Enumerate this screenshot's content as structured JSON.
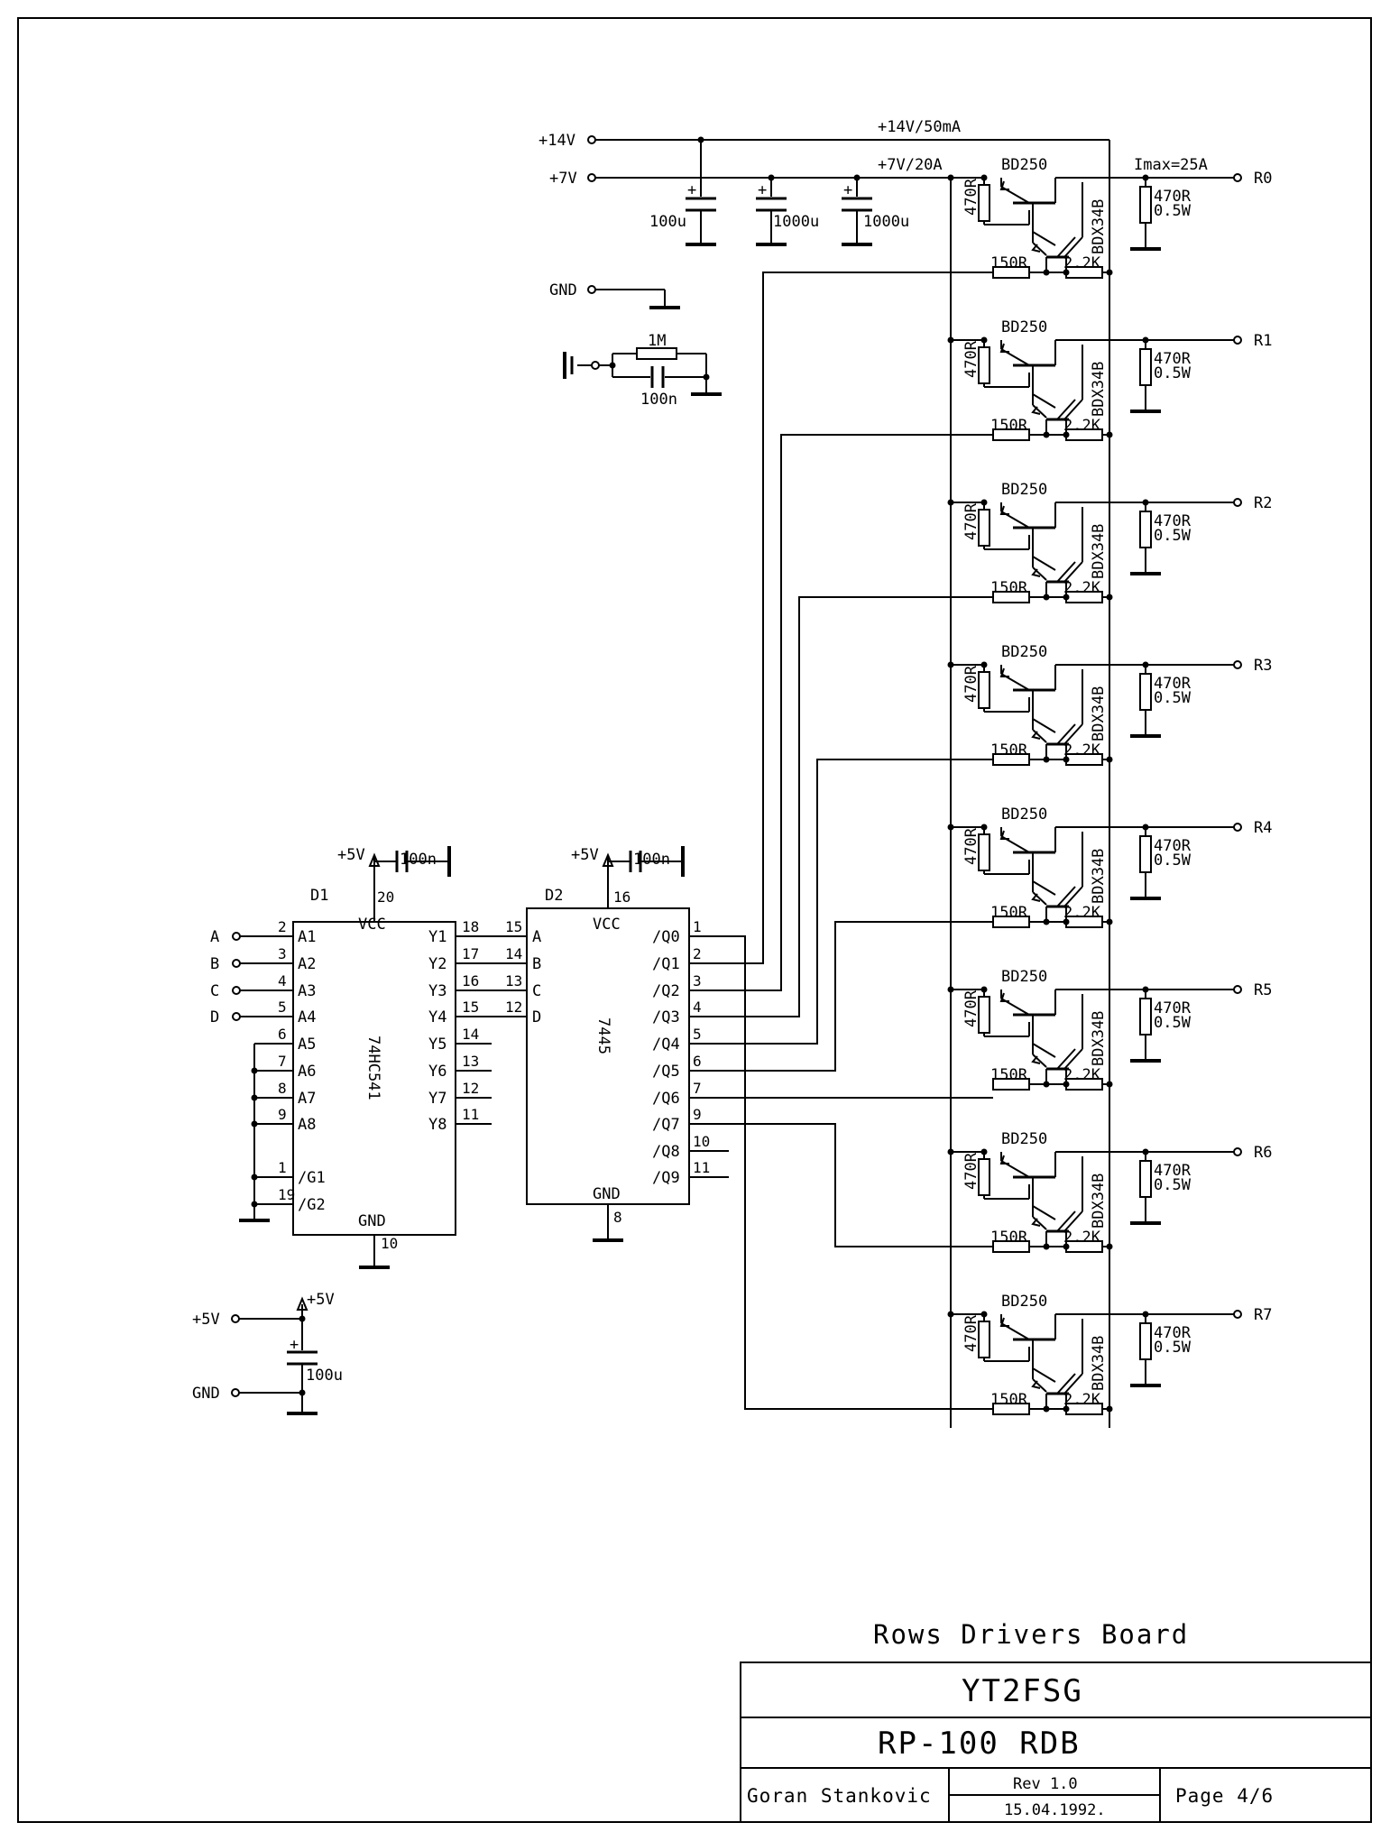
{
  "supply": {
    "v14": "+14V",
    "v7": "+7V",
    "gnd": "GND",
    "bus14": "+14V/50mA",
    "bus7": "+7V/20A",
    "imax": "Imax=25A",
    "caps": [
      "100u",
      "1000u",
      "1000u"
    ],
    "res_1m": "1M",
    "cap_100n": "100n"
  },
  "d1": {
    "ref": "D1",
    "part": "74HC541",
    "vcc": "VCC",
    "gnd": "GND",
    "vcc_pin": "20",
    "gnd_pin": "10",
    "supply": "+5V",
    "decoupling": "100n",
    "left_pins": [
      {
        "num": "2",
        "name": "A1",
        "net": "A"
      },
      {
        "num": "3",
        "name": "A2",
        "net": "B"
      },
      {
        "num": "4",
        "name": "A3",
        "net": "C"
      },
      {
        "num": "5",
        "name": "A4",
        "net": "D"
      },
      {
        "num": "6",
        "name": "A5",
        "net": ""
      },
      {
        "num": "7",
        "name": "A6",
        "net": ""
      },
      {
        "num": "8",
        "name": "A7",
        "net": ""
      },
      {
        "num": "9",
        "name": "A8",
        "net": ""
      },
      {
        "num": "1",
        "name": "/G1",
        "net": ""
      },
      {
        "num": "19",
        "name": "/G2",
        "net": ""
      }
    ],
    "right_pins": [
      {
        "num": "18",
        "name": "Y1"
      },
      {
        "num": "17",
        "name": "Y2"
      },
      {
        "num": "16",
        "name": "Y3"
      },
      {
        "num": "15",
        "name": "Y4"
      },
      {
        "num": "14",
        "name": "Y5"
      },
      {
        "num": "13",
        "name": "Y6"
      },
      {
        "num": "12",
        "name": "Y7"
      },
      {
        "num": "11",
        "name": "Y8"
      }
    ]
  },
  "d2": {
    "ref": "D2",
    "part": "7445",
    "vcc": "VCC",
    "gnd": "GND",
    "vcc_pin": "16",
    "gnd_pin": "8",
    "supply": "+5V",
    "decoupling": "100n",
    "left_pins": [
      {
        "num": "15",
        "name": "A"
      },
      {
        "num": "14",
        "name": "B"
      },
      {
        "num": "13",
        "name": "C"
      },
      {
        "num": "12",
        "name": "D"
      }
    ],
    "right_pins": [
      {
        "num": "1",
        "name": "/Q0"
      },
      {
        "num": "2",
        "name": "/Q1"
      },
      {
        "num": "3",
        "name": "/Q2"
      },
      {
        "num": "4",
        "name": "/Q3"
      },
      {
        "num": "5",
        "name": "/Q4"
      },
      {
        "num": "6",
        "name": "/Q5"
      },
      {
        "num": "7",
        "name": "/Q6"
      },
      {
        "num": "9",
        "name": "/Q7"
      },
      {
        "num": "10",
        "name": "/Q8"
      },
      {
        "num": "11",
        "name": "/Q9"
      }
    ]
  },
  "driver": {
    "pre_transistor": "BD250",
    "power_transistor": "BDX34B",
    "base_res": "470R",
    "series_res": "150R",
    "pull_res": "2.2K",
    "load_res": "470R",
    "load_power": "0.5W"
  },
  "rows": [
    "R0",
    "R1",
    "R2",
    "R3",
    "R4",
    "R5",
    "R6",
    "R7"
  ],
  "psu5": {
    "v5": "+5V",
    "gnd": "GND",
    "rail": "+5V",
    "cap": "100u"
  },
  "title_block": {
    "board": "Rows Drivers Board",
    "designer_call": "YT2FSG",
    "project": "RP-100 RDB",
    "author": "Goran Stankovic",
    "rev": "Rev 1.0",
    "date": "15.04.1992.",
    "page": "Page 4/6"
  }
}
